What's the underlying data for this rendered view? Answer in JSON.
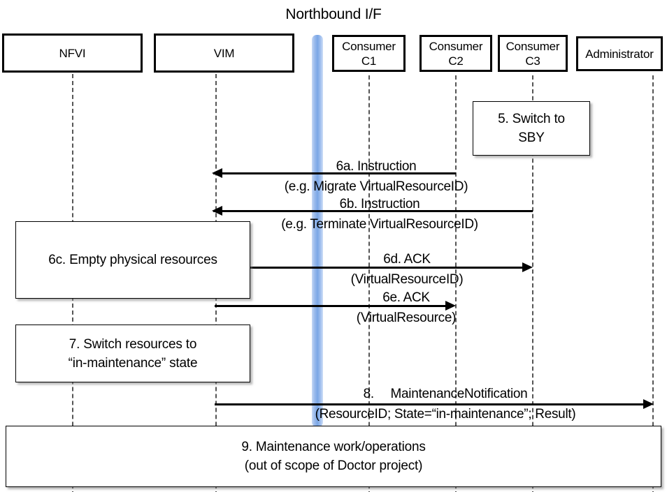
{
  "diagram": {
    "title": "Northbound I/F",
    "type": "uml-sequence-diagram"
  },
  "actors": [
    {
      "id": "nfvi",
      "label": "NFVI"
    },
    {
      "id": "vim",
      "label": "VIM"
    },
    {
      "id": "c1",
      "label": "Consumer\nC1"
    },
    {
      "id": "c2",
      "label": "Consumer\nC2"
    },
    {
      "id": "c3",
      "label": "Consumer\nC3"
    },
    {
      "id": "admin",
      "label": "Administrator"
    }
  ],
  "notes": [
    {
      "id": "note5",
      "label": "5. Switch to\nSBY"
    },
    {
      "id": "note6c",
      "label": "6c. Empty physical resources"
    },
    {
      "id": "note7",
      "label": "7. Switch resources to\n“in-maintenance” state"
    },
    {
      "id": "note9",
      "label": "9. Maintenance work/operations\n(out of scope of Doctor project)"
    }
  ],
  "messages": [
    {
      "id": "m6a",
      "label": "6a. Instruction\n(e.g. Migrate VirtualResourceID)",
      "from": "c2",
      "to": "vim",
      "direction": "left"
    },
    {
      "id": "m6b",
      "label": "6b. Instruction\n(e.g. Terminate VirtualResourceID)",
      "from": "c3",
      "to": "vim",
      "direction": "left"
    },
    {
      "id": "m6d",
      "label": "6d. ACK\n(VirtualResourceID)",
      "from": "vim",
      "to": "c3",
      "direction": "right"
    },
    {
      "id": "m6e",
      "label": "6e. ACK\n(VirtualResource)",
      "from": "vim",
      "to": "c2",
      "direction": "right"
    },
    {
      "id": "m8",
      "label": "8.  MaintenanceNotification\n(ResourceID; State=“in-maintenance”; Result)",
      "from": "vim",
      "to": "admin",
      "direction": "right"
    }
  ],
  "colors": {
    "interface_bar": "#7aa6e6",
    "line": "#000000",
    "lifeline": "#555555",
    "background": "#ffffff"
  }
}
